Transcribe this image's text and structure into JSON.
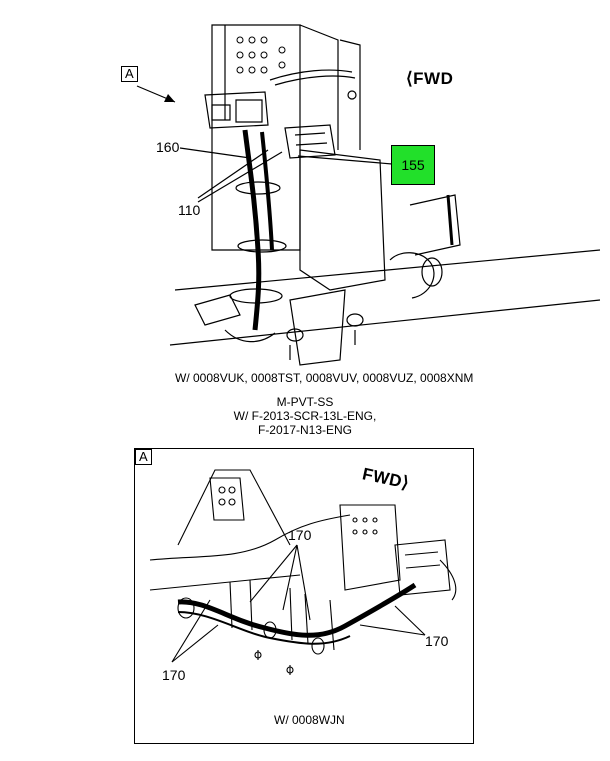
{
  "top_view": {
    "view_label": "A",
    "fwd_label": "FWD",
    "callouts": {
      "c160": "160",
      "c110": "110",
      "c155": "155"
    },
    "caption": "W/ 0008VUK, 0008TST, 0008VUV, 0008VUZ, 0008XNM"
  },
  "notes": {
    "line1": "M-PVT-SS",
    "line2": "W/ F-2013-SCR-13L-ENG,",
    "line3": "F-2017-N13-ENG"
  },
  "detail_view": {
    "view_label": "A",
    "fwd_label": "FWD",
    "callouts": {
      "c170_top": "170",
      "c170_right": "170",
      "c170_left": "170"
    },
    "caption": "W/ 0008WJN"
  },
  "colors": {
    "highlight": "#22e02a"
  }
}
